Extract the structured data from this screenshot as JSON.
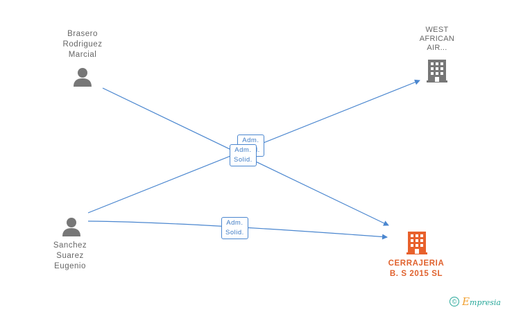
{
  "nodes": {
    "brasero": {
      "name": "Brasero\nRodriguez\nMarcial",
      "type": "person"
    },
    "sanchez": {
      "name": "Sanchez\nSuarez\nEugenio",
      "type": "person"
    },
    "west_african": {
      "name": "WEST\nAFRICAN\nAIR...",
      "type": "company"
    },
    "cerrajeria": {
      "name": "CERRAJERIA\nB. S 2015 SL",
      "type": "company-focus"
    }
  },
  "edges": [
    {
      "from": "brasero",
      "to": "cerrajeria",
      "label": "Adm.\nSolid."
    },
    {
      "from": "sanchez",
      "to": "west_african",
      "label": "Adm.\nSolid."
    },
    {
      "from": "sanchez",
      "to": "cerrajeria",
      "label": "Adm.\nSolid."
    }
  ],
  "colors": {
    "edge": "#4a86cf",
    "person_icon": "#777777",
    "company_icon": "#777777",
    "focus_company": "#e8612c"
  },
  "footer": {
    "copyright_symbol": "©",
    "brand_first": "E",
    "brand_rest": "mpresia"
  }
}
